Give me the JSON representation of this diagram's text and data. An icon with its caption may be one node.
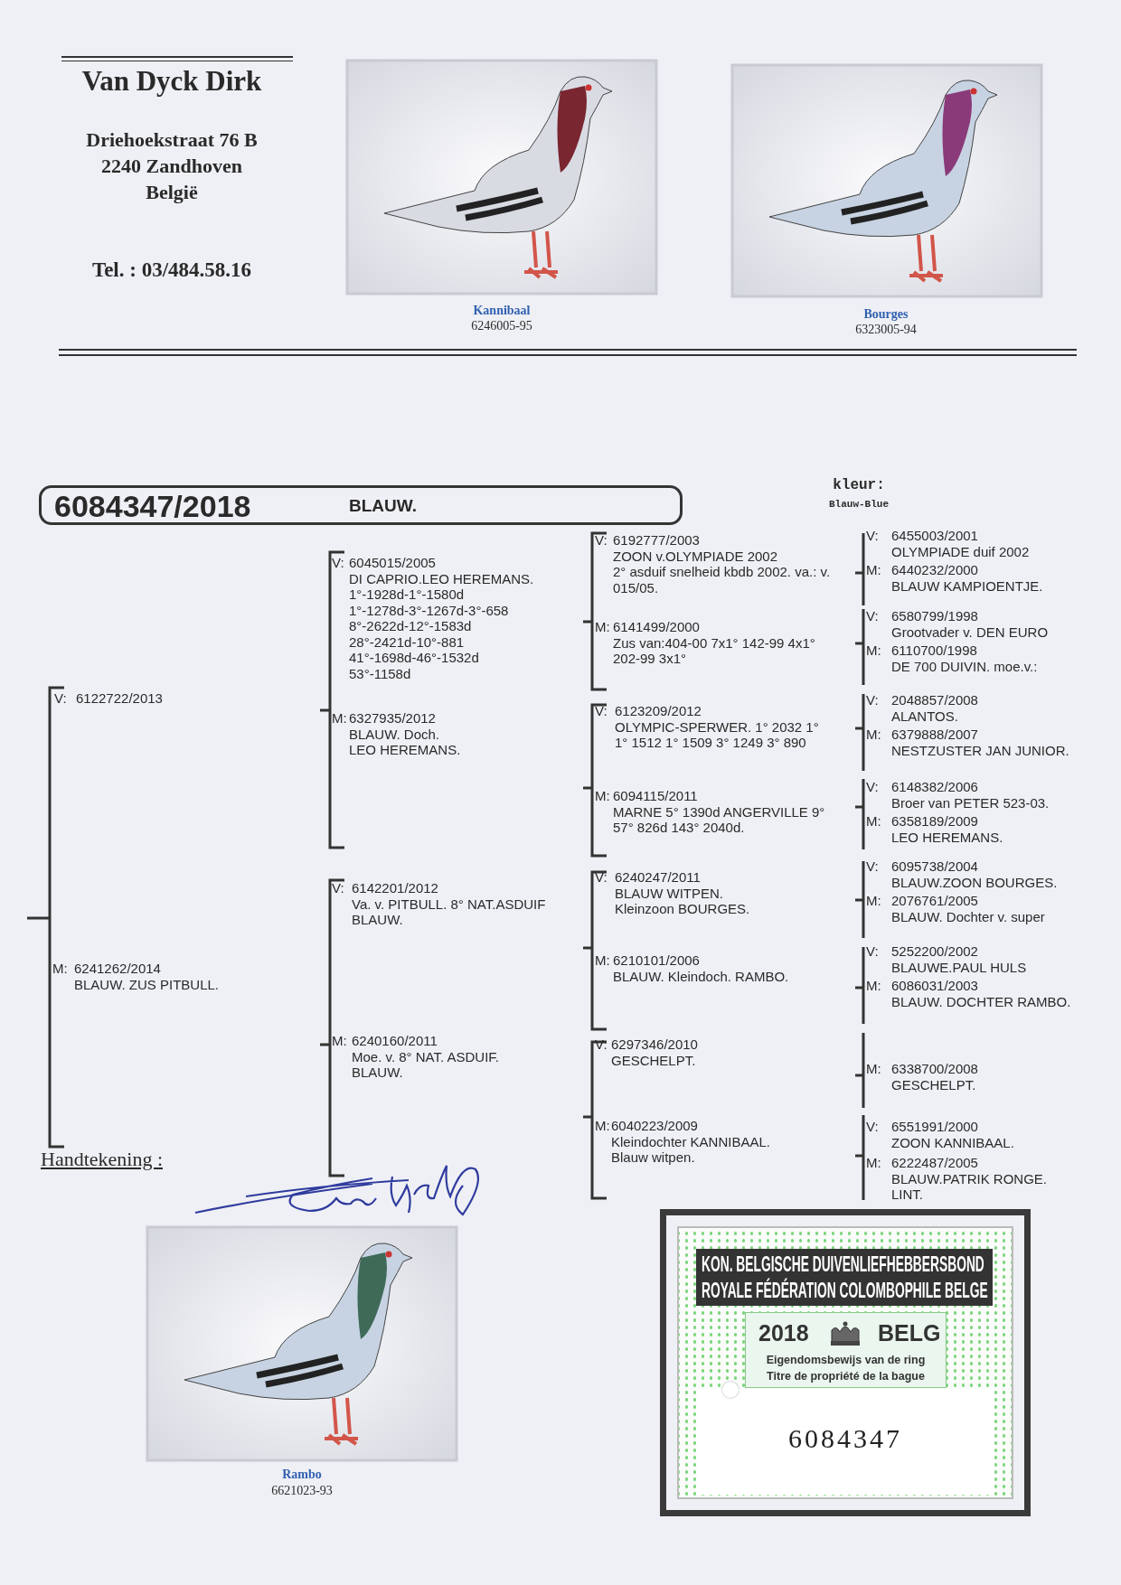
{
  "diagram": {
    "nodes": [
      {
        "text": [
          "6084347/2018",
          "BLAUW."
        ]
      },
      {
        "text": [
          "V:",
          "6122722/2013"
        ]
      },
      {
        "text": [
          "M:",
          "6241262/2014",
          "BLAUW. ZUS PITBULL."
        ]
      },
      {
        "text": [
          "V:",
          "6045015/2005",
          "DI CAPRIO.LEO HEREMANS.",
          "1°-1928d-1°-1580d",
          "1°-1278d-3°-1267d-3°-658",
          "8°-2622d-12°-1583d",
          "28°-2421d-10°-881",
          "41°-1698d-46°-1532d",
          "53°-1158d"
        ]
      },
      {
        "text": [
          "M:",
          "6327935/2012",
          "BLAUW. Doch.",
          "LEO HEREMANS."
        ]
      },
      {
        "text": [
          "V:",
          "6142201/2012",
          "Va. v. PITBULL. 8° NAT.ASDUIF",
          "BLAUW."
        ]
      },
      {
        "text": [
          "M:",
          "6240160/2011",
          "Moe. v. 8° NAT. ASDUIF.",
          "BLAUW."
        ]
      },
      {
        "text": [
          "V:",
          "6192777/2003",
          "ZOON v.OLYMPIADE 2002",
          "2° asduif snelheid kbdb 2002. va.: v. 015/05."
        ]
      },
      {
        "text": [
          "M:",
          "6141499/2000",
          "Zus van:404-00 7x1° 142-99 4x1° 202-99 3x1°"
        ]
      },
      {
        "text": [
          "V:",
          "6123209/2012",
          "OLYMPIC-SPERWER. 1° 2032 1° 1° 1512 1° 1509 3° 1249 3° 890"
        ]
      },
      {
        "text": [
          "M:",
          "6094115/2011",
          "MARNE 5° 1390d ANGERVILLE 9° 57° 826d 143° 2040d."
        ]
      },
      {
        "text": [
          "V:",
          "6240247/2011",
          "BLAUW WITPEN.",
          "Kleinzoon BOURGES."
        ]
      },
      {
        "text": [
          "M:",
          "6210101/2006",
          "BLAUW. Kleindoch. RAMBO."
        ]
      },
      {
        "text": [
          "V:",
          "6297346/2010",
          "GESCHELPT."
        ]
      },
      {
        "text": [
          "M:",
          "6040223/2009",
          "Kleindochter KANNIBAAL.",
          "Blauw witpen."
        ]
      },
      {
        "text": [
          "V:",
          "6455003/2001",
          "OLYMPIADE duif 2002"
        ]
      },
      {
        "text": [
          "M:",
          "6440232/2000",
          "BLAUW KAMPIOENTJE."
        ]
      },
      {
        "text": [
          "V:",
          "6580799/1998",
          "Grootvader v. DEN EURO"
        ]
      },
      {
        "text": [
          "M:",
          "6110700/1998",
          "DE 700 DUIVIN. moe.v.:"
        ]
      },
      {
        "text": [
          "V:",
          "2048857/2008",
          "ALANTOS."
        ]
      },
      {
        "text": [
          "M:",
          "6379888/2007",
          "NESTZUSTER JAN JUNIOR."
        ]
      },
      {
        "text": [
          "V:",
          "6148382/2006",
          "Broer van PETER 523-03."
        ]
      },
      {
        "text": [
          "M:",
          "6358189/2009",
          "LEO HEREMANS."
        ]
      },
      {
        "text": [
          "V:",
          "6095738/2004",
          "BLAUW.ZOON BOURGES."
        ]
      },
      {
        "text": [
          "M:",
          "2076761/2005",
          "BLAUW. Dochter v. super"
        ]
      },
      {
        "text": [
          "V:",
          "5252200/2002",
          "BLAUWE.PAUL HULS"
        ]
      },
      {
        "text": [
          "M:",
          "6086031/2003",
          "BLAUW. DOCHTER RAMBO."
        ]
      },
      {
        "text": [
          "M:",
          "6338700/2008",
          "GESCHELPT."
        ]
      },
      {
        "text": [
          "V:",
          "6551991/2000",
          "ZOON KANNIBAAL."
        ]
      },
      {
        "text": [
          "M:",
          "6222487/2005",
          "BLAUW.PATRIK RONGE. LINT."
        ]
      },
      {
        "text": [
          "KON. BELGISCHE DUIVENLIEFHEBBERSBOND",
          "ROYALE FÉDÉRATION COLOMBOPHILE BELGE",
          "2018",
          "BELG",
          "Eigendomsbewijs van de ring",
          "Titre de propriété de la bague",
          "6084347"
        ]
      }
    ],
    "labels": [
      "Van Dyck Dirk",
      "Driehoekstraat 76 B",
      "2240 Zandhoven",
      "België",
      "Tel. : 03/484.58.16",
      "Kannibaal",
      "6246005-95",
      "Bourges",
      "6323005-94",
      "kleur:",
      "Blauw-Blue",
      "Handtekening :",
      "Rambo",
      "6621023-93"
    ]
  }
}
